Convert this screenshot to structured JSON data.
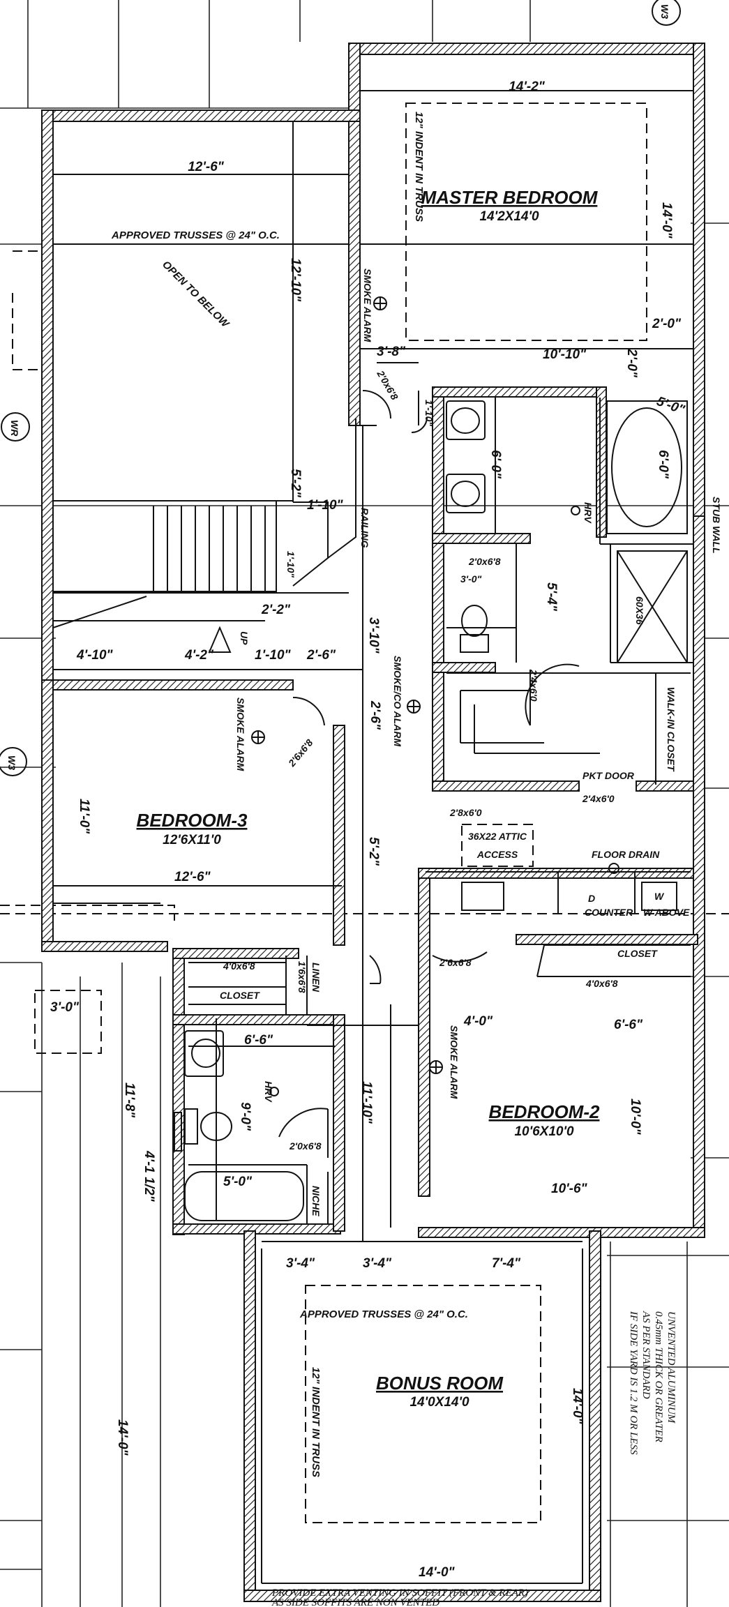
{
  "rooms": {
    "master": {
      "name": "MASTER BEDROOM",
      "size": "14'2X14'0"
    },
    "bed3": {
      "name": "BEDROOM-3",
      "size": "12'6X11'0"
    },
    "bed2": {
      "name": "BEDROOM-2",
      "size": "10'6X10'0"
    },
    "bonus": {
      "name": "BONUS ROOM",
      "size": "14'0X14'0"
    }
  },
  "notes": {
    "trusses_top": "APPROVED TRUSSES @ 24\" O.C.",
    "trusses_bonus": "APPROVED TRUSSES @ 24\" O.C.",
    "open_below": "OPEN TO BELOW",
    "indent1": "12\" INDENT IN TRUSS",
    "indent2": "12\" INDENT IN TRUSS",
    "smoke1": "SMOKE ALARM",
    "smoke2": "SMOKE ALARM",
    "smoke3": "SMOKE ALARM",
    "smoke_co": "SMOKE/CO ALARM",
    "hrv1": "HRV",
    "hrv2": "HRV",
    "railing": "RAILING",
    "up": "UP",
    "walkin": "WALK-IN CLOSET",
    "pkt_door": "PKT DOOR",
    "attic1": "36X22 ATTIC",
    "attic2": "ACCESS",
    "floor_drain": "FLOOR DRAIN",
    "counter": "COUNTER",
    "w_above": "W ABOVE",
    "w": "W",
    "d": "D",
    "closet1": "CLOSET",
    "closet2": "CLOSET",
    "linen": "LINEN",
    "niche": "NICHE",
    "stub_wall": "STUB WALL",
    "shower": "60X36",
    "vent1": "PROVIDE EXTRA VENTING IN SOFFIT (FRONT & REAR)",
    "vent2": "AS SIDE SOFFITS ARE NON VENTED",
    "side_note": [
      "UNVENTED ALUMINUM",
      "0.45mm THICK OR GREATER",
      "AS PER STANDARD",
      "IF SIDE YARD IS 1.2 M OR LESS"
    ],
    "wr": "WR",
    "w3a": "W3",
    "w3b": "W3"
  },
  "dims": {
    "d1": "14'-2\"",
    "d2": "12'-6\"",
    "d3": "12'-10\"",
    "d4": "14'-0\"",
    "d5": "2'-0\"",
    "d6": "3'-8\"",
    "d7": "10'-10\"",
    "d8": "2'-0\"",
    "d9": "2'0x6'8",
    "d10": "1'-10\"",
    "d11": "6'-0\"",
    "d12": "5'-0\"",
    "d13": "6'-0\"",
    "d14": "5'-2\"",
    "d15": "1'-10\"",
    "d16": "1'-10\"",
    "d17": "2'0x6'8",
    "d18": "3'-0\"",
    "d19": "5'-4\"",
    "d20": "2'-2\"",
    "d21": "3'-10\"",
    "d22": "4'-10\"",
    "d23": "4'-2\"",
    "d24": "1'-10\"",
    "d25": "2'-6\"",
    "d26": "2'4x6'0",
    "d27": "2'-6\"",
    "d28": "2'6x6'8",
    "d29": "11'-0\"",
    "d30": "12'-6\"",
    "d31": "2'4x6'0",
    "d32": "2'8x6'0",
    "d33": "5'-2\"",
    "d34": "4'0x6'8",
    "d35": "1'6x6'8",
    "d36": "3'-0\"",
    "d37": "2'6x6'8",
    "d38": "4'0x6'8",
    "d39": "4'-0\"",
    "d40": "6'-6\"",
    "d41": "6'-6\"",
    "d42": "11'-8\"",
    "d43": "9'-0\"",
    "d44": "11'-10\"",
    "d45": "10'-0\"",
    "d46": "2'0x6'8",
    "d47": "4'-1 1/2\"",
    "d48": "5'-0\"",
    "d49": "10'-6\"",
    "d50": "3'-4\"",
    "d51": "3'-4\"",
    "d52": "7'-4\"",
    "d53": "14'-0\"",
    "d54": "14'-0\"",
    "d55": "14'-0\""
  }
}
